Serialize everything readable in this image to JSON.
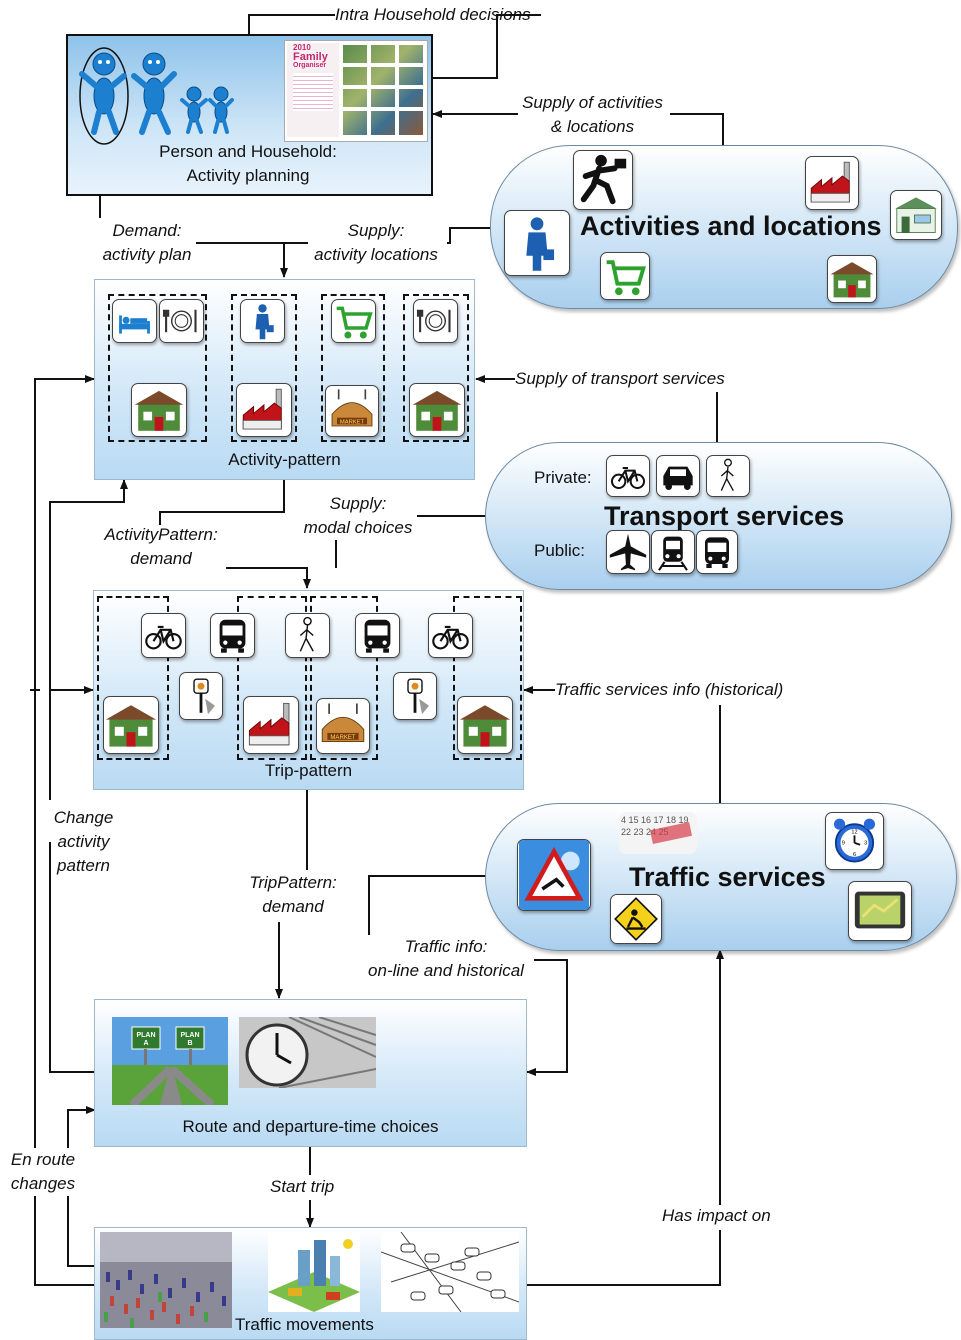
{
  "labels": {
    "intra_household": "Intra Household decisions",
    "supply_activities": "Supply of activities\n& locations",
    "demand_activity_plan": "Demand:\nactivity plan",
    "supply_activity_locations": "Supply:\nactivity locations",
    "supply_transport": "Supply of transport services",
    "activitypattern_demand": "ActivityPattern:\ndemand",
    "supply_modal": "Supply:\nmodal choices",
    "traffic_services_info": "Traffic services info (historical)",
    "change_activity_pattern": "Change\nactivity\npattern",
    "trippattern_demand": "TripPattern:\ndemand",
    "traffic_info_online": "Traffic info:\non-line and historical",
    "en_route_changes": "En route\nchanges",
    "start_trip": "Start trip",
    "has_impact_on": "Has impact on"
  },
  "boxes": {
    "person_household": "Person and Household:\nActivity planning",
    "activity_pattern": "Activity-pattern",
    "trip_pattern": "Trip-pattern",
    "route_choices": "Route and departure-time choices",
    "traffic_movements": "Traffic movements"
  },
  "pills": {
    "activities_locations": "Activities and locations",
    "transport_services": "Transport services",
    "transport_private": "Private:",
    "transport_public": "Public:",
    "traffic_services": "Traffic services"
  },
  "artwork_text": {
    "organiser_line1": "2010",
    "organiser_line2": "Family",
    "organiser_line3": "Organiser",
    "plan_a": "PLAN\nA",
    "plan_b": "PLAN\nB",
    "market": "MARKET",
    "calendar": "4 15 16 17 18 19\n22 23 24 25",
    "clock_12": "12",
    "clock_3": "3",
    "clock_6": "6",
    "clock_9": "9"
  },
  "colors": {
    "person_blue": "#1d7fd0",
    "arrow": "#111111",
    "roof_red": "#c0141a",
    "cart_green": "#2ea22e"
  }
}
